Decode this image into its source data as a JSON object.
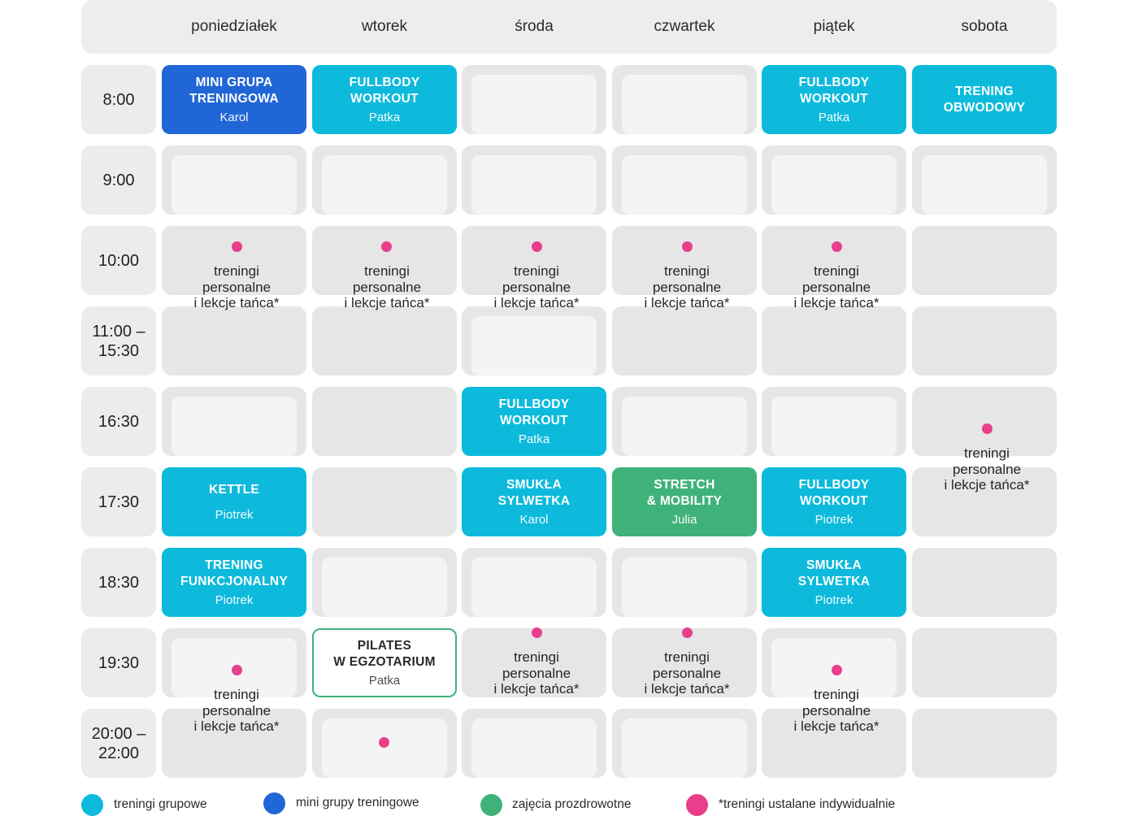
{
  "days": [
    "poniedziałek",
    "wtorek",
    "środa",
    "czwartek",
    "piątek",
    "sobota"
  ],
  "times": [
    "8:00",
    "9:00",
    "10:00",
    "11:00 –\n15:30",
    "16:30",
    "17:30",
    "18:30",
    "19:30",
    "20:00 –\n22:00"
  ],
  "classes": {
    "mon_800": {
      "name": "MINI GRUPA\nTRENINGOWA",
      "trainer": "Karol"
    },
    "tue_800": {
      "name": "FULLBODY\nWORKOUT",
      "trainer": "Patka"
    },
    "fri_800": {
      "name": "FULLBODY\nWORKOUT",
      "trainer": "Patka"
    },
    "sat_800": {
      "name": "TRENING\nOBWODOWY"
    },
    "wed_1630": {
      "name": "FULLBODY\nWORKOUT",
      "trainer": "Patka"
    },
    "mon_1730": {
      "name": "KETTLE",
      "trainer": "Piotrek"
    },
    "wed_1730": {
      "name": "SMUKŁA\nSYLWETKA",
      "trainer": "Karol"
    },
    "thu_1730": {
      "name": "STRETCH\n& MOBILITY",
      "trainer": "Julia"
    },
    "fri_1730": {
      "name": "FULLBODY\nWORKOUT",
      "trainer": "Piotrek"
    },
    "mon_1830": {
      "name": "TRENING\nFUNKCJONALNY",
      "trainer": "Piotrek"
    },
    "fri_1830": {
      "name": "SMUKŁA\nSYLWETKA",
      "trainer": "Piotrek"
    },
    "tue_1930": {
      "name": "PILATES\nW EGZOTARIUM",
      "trainer": "Patka"
    }
  },
  "personal_label": "treningi\npersonalne\ni lekcje tańca*",
  "legend": {
    "group": "treningi grupowe",
    "mini": "mini grupy treningowe",
    "health": "zajęcia prozdrowotne",
    "individual": "*treningi ustalane indywidualnie"
  },
  "colors": {
    "group": "#0dbadc",
    "mini": "#2166d6",
    "health": "#3fb27a",
    "individual": "#e83e8c"
  }
}
